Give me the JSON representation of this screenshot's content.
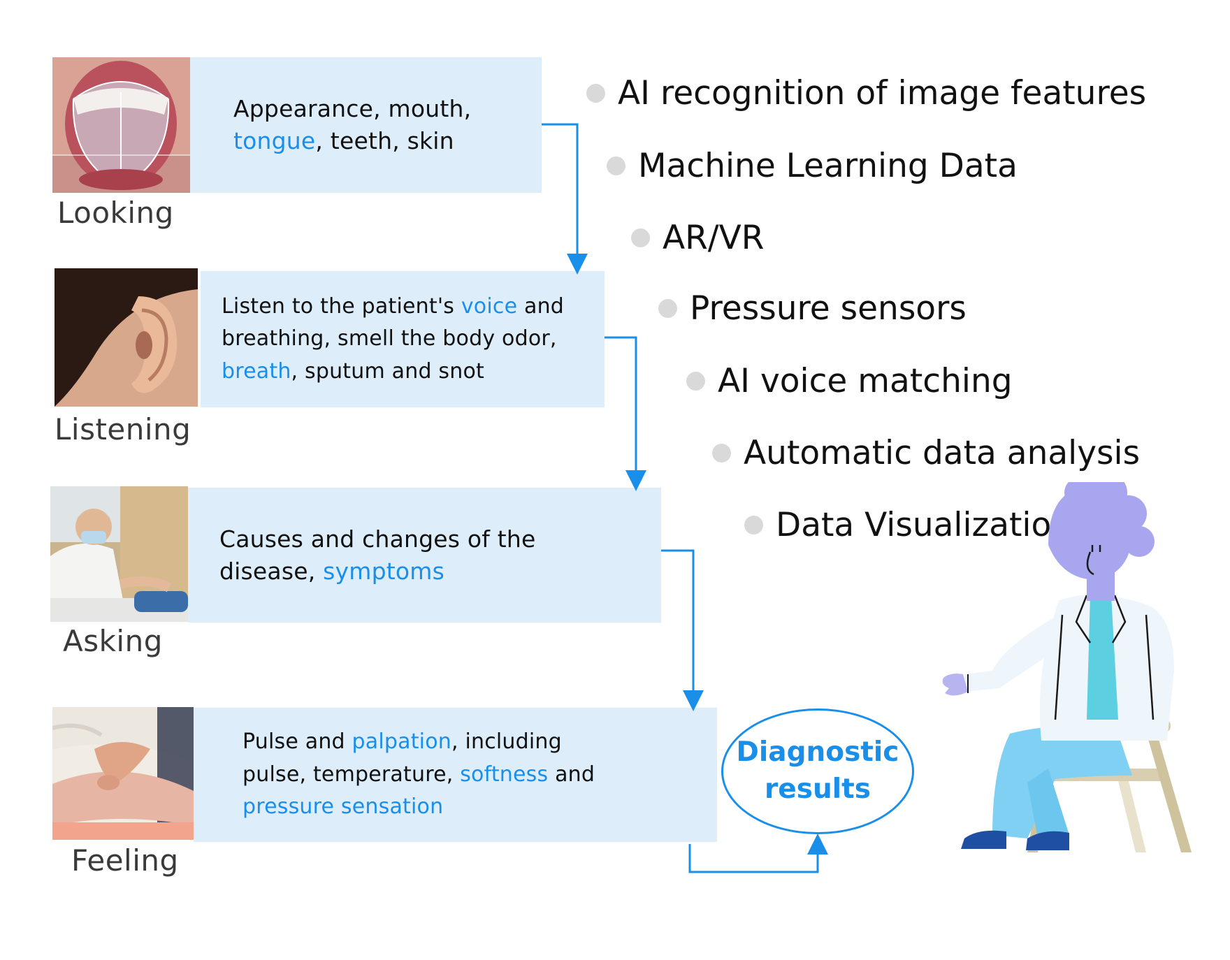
{
  "steps": [
    {
      "label": "Looking",
      "text": [
        {
          "t": "Appearance, mouth, "
        },
        {
          "t": "tongue",
          "hl": true
        },
        {
          "t": ", teeth, skin"
        }
      ]
    },
    {
      "label": "Listening",
      "text": [
        {
          "t": "Listen to the patient's "
        },
        {
          "t": "voice",
          "hl": true
        },
        {
          "t": " and breathing, smell the body odor, "
        },
        {
          "t": "breath",
          "hl": true
        },
        {
          "t": ", sputum and snot"
        }
      ]
    },
    {
      "label": "Asking",
      "text": [
        {
          "t": "Causes and changes of the disease, "
        },
        {
          "t": "symptoms",
          "hl": true
        }
      ]
    },
    {
      "label": "Feeling",
      "text": [
        {
          "t": "Pulse and "
        },
        {
          "t": "palpation",
          "hl": true
        },
        {
          "t": ", including pulse, temperature, "
        },
        {
          "t": "softness",
          "hl": true
        },
        {
          "t": " and "
        },
        {
          "t": "pressure sensation",
          "hl": true
        }
      ]
    }
  ],
  "technologies": [
    "AI recognition of image features",
    "Machine Learning Data",
    "AR/VR",
    "Pressure sensors",
    "AI voice matching",
    "Automatic data analysis",
    "Data Visualization"
  ],
  "result_label": "Diagnostic results",
  "colors": {
    "accent": "#1a8fea",
    "box_fill": "#deedfa",
    "bullet": "#d9d9d9",
    "label_text": "#3a3a3a"
  },
  "icons": {
    "step_images": [
      "tongue-photo",
      "ear-photo",
      "doctor-consultation-photo",
      "abdominal-palpation-photo"
    ],
    "illustration": "seated-doctor-illustration"
  }
}
